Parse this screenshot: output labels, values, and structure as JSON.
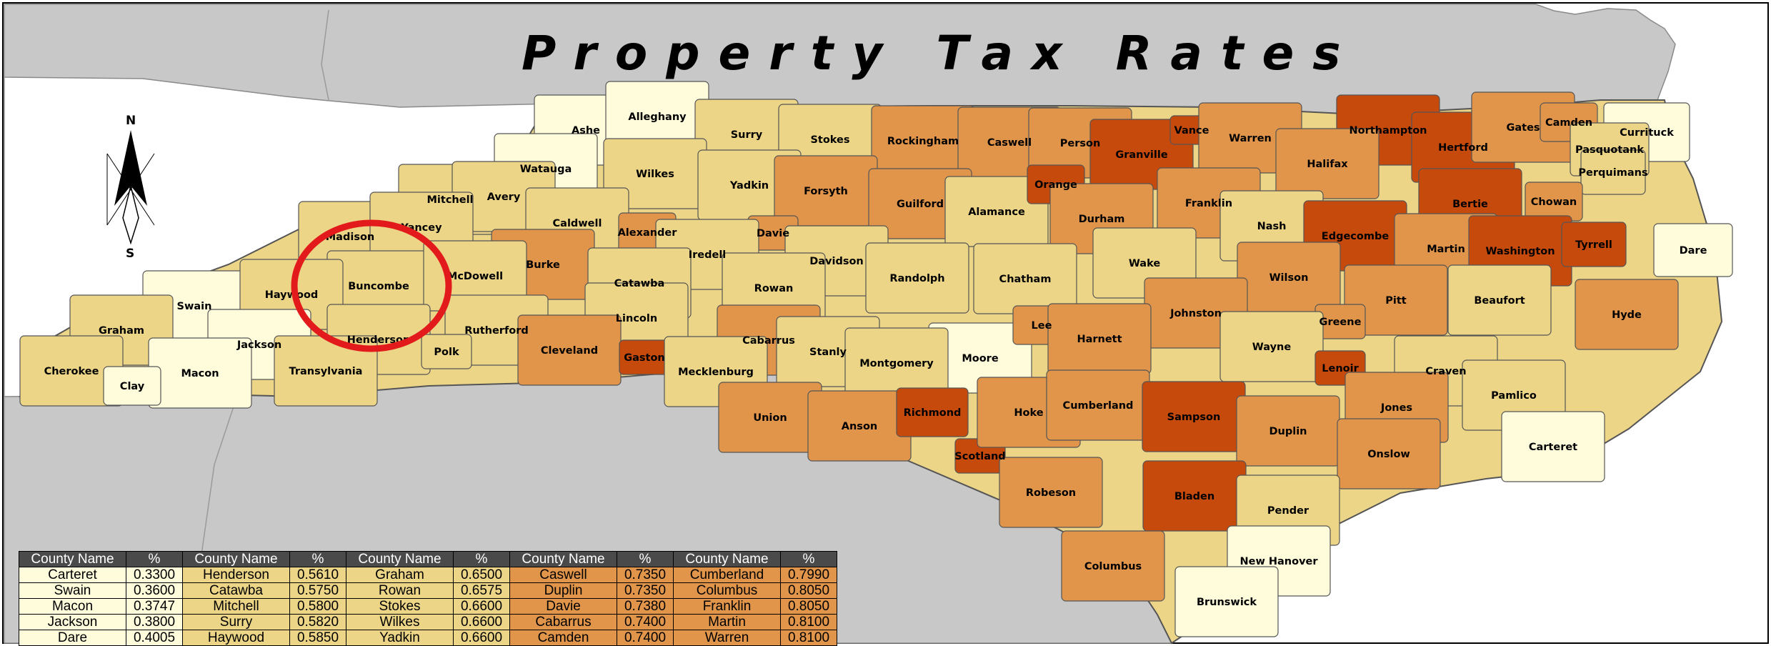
{
  "title": "Property Tax Rates",
  "compass": {
    "north": "N",
    "south": "S"
  },
  "colors": {
    "background_land": "#c8c8c8",
    "water": "#ffffff",
    "class1": "#fffcdc",
    "class2": "#ecd587",
    "class3": "#e0954a",
    "class4": "#c74a0d",
    "highlight_circle": "#e31a1c"
  },
  "counties": [
    {
      "name": "Ashe",
      "class": 1
    },
    {
      "name": "Alleghany",
      "class": 1
    },
    {
      "name": "Surry",
      "class": 2
    },
    {
      "name": "Stokes",
      "class": 2
    },
    {
      "name": "Rockingham",
      "class": 3
    },
    {
      "name": "Caswell",
      "class": 3
    },
    {
      "name": "Person",
      "class": 3
    },
    {
      "name": "Granville",
      "class": 4
    },
    {
      "name": "Vance",
      "class": 4
    },
    {
      "name": "Warren",
      "class": 3
    },
    {
      "name": "Northampton",
      "class": 4
    },
    {
      "name": "Hertford",
      "class": 4
    },
    {
      "name": "Gates",
      "class": 3
    },
    {
      "name": "Camden",
      "class": 3
    },
    {
      "name": "Currituck",
      "class": 1
    },
    {
      "name": "Pasquotank",
      "class": 2
    },
    {
      "name": "Perquimans",
      "class": 2
    },
    {
      "name": "Chowan",
      "class": 3
    },
    {
      "name": "Watauga",
      "class": 1
    },
    {
      "name": "Wilkes",
      "class": 2
    },
    {
      "name": "Yadkin",
      "class": 2
    },
    {
      "name": "Forsyth",
      "class": 3
    },
    {
      "name": "Guilford",
      "class": 3
    },
    {
      "name": "Alamance",
      "class": 2
    },
    {
      "name": "Orange",
      "class": 4
    },
    {
      "name": "Durham",
      "class": 3
    },
    {
      "name": "Franklin",
      "class": 3
    },
    {
      "name": "Halifax",
      "class": 3
    },
    {
      "name": "Bertie",
      "class": 4
    },
    {
      "name": "Nash",
      "class": 2
    },
    {
      "name": "Edgecombe",
      "class": 4
    },
    {
      "name": "Martin",
      "class": 3
    },
    {
      "name": "Washington",
      "class": 4
    },
    {
      "name": "Tyrrell",
      "class": 4
    },
    {
      "name": "Dare",
      "class": 1
    },
    {
      "name": "Mitchell",
      "class": 2
    },
    {
      "name": "Avery",
      "class": 2
    },
    {
      "name": "Caldwell",
      "class": 2
    },
    {
      "name": "Alexander",
      "class": 3
    },
    {
      "name": "Davie",
      "class": 3
    },
    {
      "name": "Davidson",
      "class": 2
    },
    {
      "name": "Randolph",
      "class": 2
    },
    {
      "name": "Chatham",
      "class": 2
    },
    {
      "name": "Wake",
      "class": 2
    },
    {
      "name": "Wilson",
      "class": 3
    },
    {
      "name": "Pitt",
      "class": 3
    },
    {
      "name": "Beaufort",
      "class": 2
    },
    {
      "name": "Hyde",
      "class": 3
    },
    {
      "name": "Madison",
      "class": 2
    },
    {
      "name": "Yancey",
      "class": 2
    },
    {
      "name": "Burke",
      "class": 3
    },
    {
      "name": "Iredell",
      "class": 2
    },
    {
      "name": "Catawba",
      "class": 2
    },
    {
      "name": "Rowan",
      "class": 2
    },
    {
      "name": "Buncombe",
      "class": 2
    },
    {
      "name": "McDowell",
      "class": 2
    },
    {
      "name": "Lincoln",
      "class": 2
    },
    {
      "name": "Johnston",
      "class": 3
    },
    {
      "name": "Greene",
      "class": 3
    },
    {
      "name": "Swain",
      "class": 1
    },
    {
      "name": "Haywood",
      "class": 2
    },
    {
      "name": "Rutherford",
      "class": 2
    },
    {
      "name": "Cleveland",
      "class": 3
    },
    {
      "name": "Gaston",
      "class": 4
    },
    {
      "name": "Cabarrus",
      "class": 3
    },
    {
      "name": "Stanly",
      "class": 2
    },
    {
      "name": "Moore",
      "class": 1
    },
    {
      "name": "Lee",
      "class": 3
    },
    {
      "name": "Harnett",
      "class": 3
    },
    {
      "name": "Wayne",
      "class": 2
    },
    {
      "name": "Lenoir",
      "class": 4
    },
    {
      "name": "Craven",
      "class": 2
    },
    {
      "name": "Pamlico",
      "class": 2
    },
    {
      "name": "Graham",
      "class": 2
    },
    {
      "name": "Jackson",
      "class": 1
    },
    {
      "name": "Henderson",
      "class": 2
    },
    {
      "name": "Polk",
      "class": 2
    },
    {
      "name": "Mecklenburg",
      "class": 2
    },
    {
      "name": "Montgomery",
      "class": 2
    },
    {
      "name": "Cherokee",
      "class": 2
    },
    {
      "name": "Macon",
      "class": 1
    },
    {
      "name": "Clay",
      "class": 1
    },
    {
      "name": "Transylvania",
      "class": 2
    },
    {
      "name": "Union",
      "class": 3
    },
    {
      "name": "Anson",
      "class": 3
    },
    {
      "name": "Richmond",
      "class": 4
    },
    {
      "name": "Scotland",
      "class": 4
    },
    {
      "name": "Hoke",
      "class": 3
    },
    {
      "name": "Cumberland",
      "class": 3
    },
    {
      "name": "Sampson",
      "class": 4
    },
    {
      "name": "Duplin",
      "class": 3
    },
    {
      "name": "Jones",
      "class": 3
    },
    {
      "name": "Onslow",
      "class": 3
    },
    {
      "name": "Carteret",
      "class": 1
    },
    {
      "name": "Robeson",
      "class": 3
    },
    {
      "name": "Bladen",
      "class": 4
    },
    {
      "name": "Pender",
      "class": 2
    },
    {
      "name": "Columbus",
      "class": 3
    },
    {
      "name": "New Hanover",
      "class": 1
    },
    {
      "name": "Brunswick",
      "class": 1
    }
  ],
  "table": {
    "headers": [
      "County Name",
      "%",
      "County Name",
      "%",
      "County Name",
      "%",
      "County Name",
      "%",
      "County Name",
      "%"
    ],
    "rows": [
      [
        "Carteret",
        "0.3300",
        "Henderson",
        "0.5610",
        "Graham",
        "0.6500",
        "Caswell",
        "0.7350",
        "Cumberland",
        "0.7990"
      ],
      [
        "Swain",
        "0.3600",
        "Catawba",
        "0.5750",
        "Rowan",
        "0.6575",
        "Duplin",
        "0.7350",
        "Columbus",
        "0.8050"
      ],
      [
        "Macon",
        "0.3747",
        "Mitchell",
        "0.5800",
        "Stokes",
        "0.6600",
        "Davie",
        "0.7380",
        "Franklin",
        "0.8050"
      ],
      [
        "Jackson",
        "0.3800",
        "Surry",
        "0.5820",
        "Wilkes",
        "0.6600",
        "Cabarrus",
        "0.7400",
        "Martin",
        "0.8100"
      ],
      [
        "Dare",
        "0.4005",
        "Haywood",
        "0.5850",
        "Yadkin",
        "0.6600",
        "Camden",
        "0.7400",
        "Warren",
        "0.8100"
      ]
    ],
    "column_group_colors": [
      "#fffcdc",
      "#ecd587",
      "#ecd587",
      "#e0954a",
      "#e0954a"
    ]
  }
}
